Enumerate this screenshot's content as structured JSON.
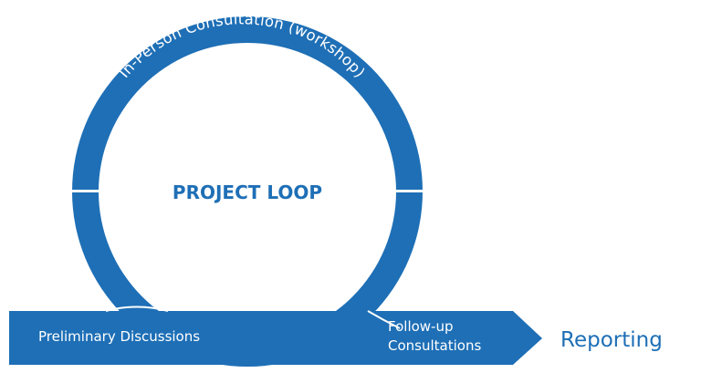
{
  "diagram": {
    "ring_label": "In-Person Consultation (workshop)",
    "center_label": "PROJECT LOOP",
    "band_left_label": "Preliminary Discussions",
    "band_right_label_line1": "Follow-up",
    "band_right_label_line2": "Consultations",
    "reporting_label": "Reporting"
  },
  "colors": {
    "primary_blue": "#1e6fb6",
    "background": "#ffffff"
  }
}
